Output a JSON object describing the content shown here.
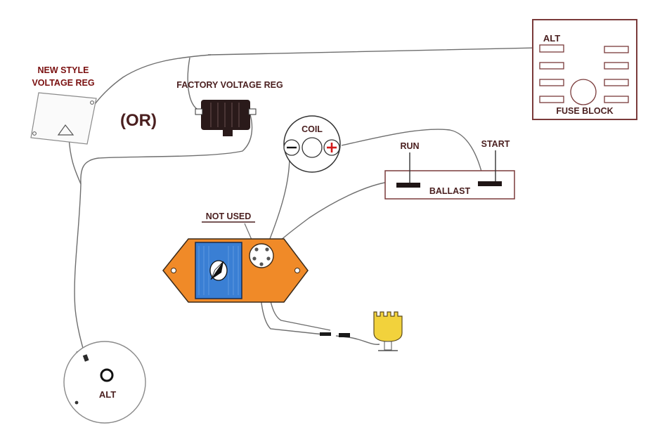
{
  "diagram": {
    "colors": {
      "wire": "#6e6e6e",
      "outline": "#7a3a3a",
      "label_dark": "#4a1f1f",
      "label_red": "#7a1010",
      "module_orange": "#f08a28",
      "module_blue": "#3a7fd4",
      "plug_yellow": "#f2d23c",
      "regulator_black": "#2a1a1a",
      "plus_red": "#d11a1a"
    },
    "labels": {
      "new_style_1": "NEW STYLE",
      "new_style_2": "VOLTAGE REG",
      "or": "(OR)",
      "factory_reg": "FACTORY VOLTAGE REG",
      "coil": "COIL",
      "run": "RUN",
      "start": "START",
      "ballast": "BALLAST",
      "not_used": "NOT USED",
      "fuse_alt": "ALT",
      "fuse_block": "FUSE BLOCK",
      "alternator": "ALT"
    },
    "icons": {
      "coil_minus": "minus-terminal-icon",
      "coil_plus": "plus-terminal-icon",
      "module_compass": "compass-needle-icon",
      "distributor": "distributor-plug-icon"
    }
  }
}
